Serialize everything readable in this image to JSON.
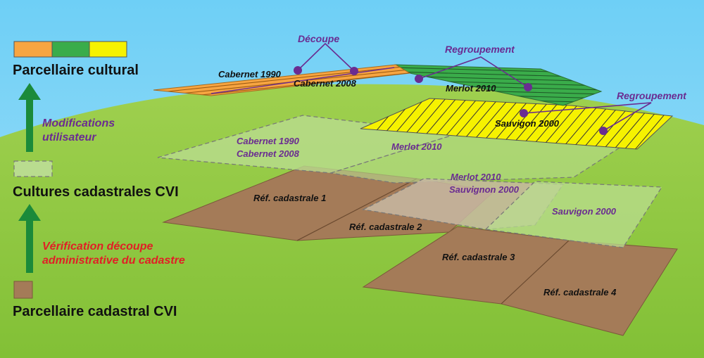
{
  "legend": {
    "cultural_title": "Parcellaire cultural",
    "cvi_cultures_title": "Cultures cadastrales CVI",
    "cadastral_title": "Parcellaire cadastral CVI",
    "user_mod_line1": "Modifications",
    "user_mod_line2": "utilisateur",
    "admin_line1": "Vérification découpe",
    "admin_line2": "administrative du cadastre"
  },
  "cultural_layer": {
    "cabernet_1990": "Cabernet 1990",
    "cabernet_2008": "Cabernet 2008",
    "merlot_2010": "Merlot 2010",
    "sauvignon_2000": "Sauvigon 2000"
  },
  "cvi_cultures_layer": {
    "cabernet_1990": "Cabernet 1990",
    "cabernet_2008": "Cabernet 2008",
    "merlot_2010_a": "Merlot 2010",
    "merlot_2010_b": "Merlot 2010",
    "sauvignon_2000_a": "Sauvignon 2000",
    "sauvignon_2000_b": "Sauvigon 2000"
  },
  "cadastral_layer": {
    "ref1": "Réf. cadastrale 1",
    "ref2": "Réf. cadastrale 2",
    "ref3": "Réf. cadastrale 3",
    "ref4": "Réf. cadastrale 4"
  },
  "annotations": {
    "decoupe": "Découpe",
    "regroupement_1": "Regroupement",
    "regroupement_2": "Regroupement"
  },
  "colors": {
    "sky": "#6ecff6",
    "grass": "#8dc63f",
    "orange": "#f7a541",
    "green": "#3aac4a",
    "yellow": "#f6f200",
    "light_green": "#b9dc8f",
    "brown": "#a47b58",
    "purple": "#6a2c91",
    "red": "#e11f26",
    "arrow_green": "#1b8a3a"
  }
}
